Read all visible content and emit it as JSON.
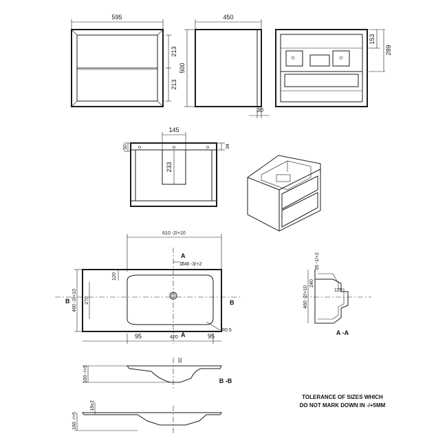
{
  "front_view": {
    "width": "595",
    "height": "500",
    "drawer1": "213",
    "drawer2": "213"
  },
  "side_view": {
    "depth": "450",
    "panel": "30"
  },
  "back_view": {
    "upper": "153",
    "overall": "289"
  },
  "top_view": {
    "left_offset": "50",
    "pipe_width": "145",
    "pipe_depth": "233",
    "right_offset": "34"
  },
  "basin_plan": {
    "width": "610 -2/+10",
    "rear_offset": "120",
    "depth": "460 -2/+10",
    "bowl_depth": "270",
    "waste_label": "Ø46 -3/+2",
    "left_margin": "95",
    "bowl_width": "420",
    "right_margin": "95",
    "radius": "R0.5",
    "section_a": "A",
    "section_b": "B"
  },
  "section_aa": {
    "lip": "35 -1/+2",
    "rear": "240",
    "depth": "460 -2/+10",
    "bowl": "110",
    "title": "A -A"
  },
  "section_bb": {
    "height": "160 -/+5",
    "waste": "32",
    "title": "B -B"
  },
  "section_bottom": {
    "height": "160 -/+5",
    "lip": "18±2"
  },
  "tolerance_note": {
    "line1": "TOLERANCE OF SIZES WHICH",
    "line2": "DO NOT MARK DOWN IN -/+5MM"
  }
}
